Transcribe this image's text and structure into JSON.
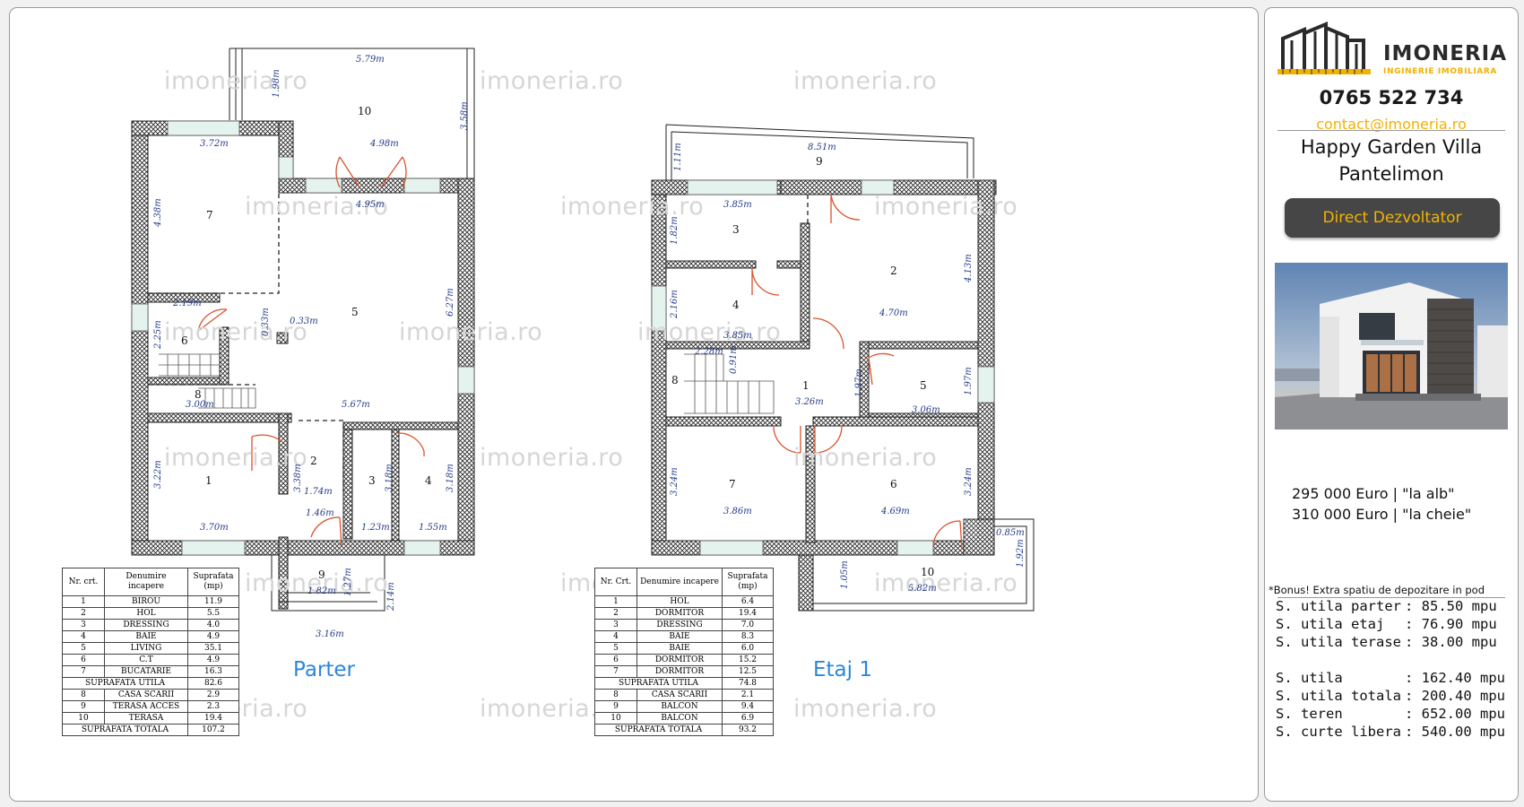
{
  "watermark": "imoneria.ro",
  "floors": {
    "parter": {
      "label": "Parter",
      "rooms": [
        "1",
        "2",
        "3",
        "4",
        "5",
        "6",
        "7",
        "8",
        "9",
        "10"
      ],
      "dims": [
        "5.79m",
        "1.98m",
        "3.58m",
        "3.72m",
        "4.98m",
        "4.38m",
        "4.95m",
        "2.19m",
        "2.25m",
        "0.33m",
        "0.33m",
        "6.27m",
        "3.00m",
        "5.67m",
        "3.22m",
        "3.38m",
        "1.74m",
        "3.18m",
        "3.18m",
        "1.46m",
        "3.70m",
        "1.23m",
        "1.55m",
        "1.27m",
        "2.14m",
        "1.82m",
        "3.16m"
      ],
      "table": {
        "headers": [
          "Nr. crt.",
          "Denumire incapere",
          "Suprafata (mp)"
        ],
        "rows": [
          [
            "1",
            "BIROU",
            "11.9"
          ],
          [
            "2",
            "HOL",
            "5.5"
          ],
          [
            "3",
            "DRESSING",
            "4.0"
          ],
          [
            "4",
            "BAIE",
            "4.9"
          ],
          [
            "5",
            "LIVING",
            "35.1"
          ],
          [
            "6",
            "C.T",
            "4.9"
          ],
          [
            "7",
            "BUCATARIE",
            "16.3"
          ]
        ],
        "util_label": "SUPRAFATA UTILA",
        "util_value": "82.6",
        "rows2": [
          [
            "8",
            "CASA SCARII",
            "2.9"
          ],
          [
            "9",
            "TERASA ACCES",
            "2.3"
          ],
          [
            "10",
            "TERASA",
            "19.4"
          ]
        ],
        "total_label": "SUPRAFATA TOTALA",
        "total_value": "107.2"
      }
    },
    "etaj": {
      "label": "Etaj 1",
      "rooms": [
        "9",
        "3",
        "2",
        "4",
        "1",
        "5",
        "8",
        "7",
        "6",
        "10"
      ],
      "dims": [
        "8.51m",
        "1.11m",
        "3.85m",
        "1.82m",
        "2.16m",
        "4.13m",
        "4.70m",
        "3.85m",
        "2.28m",
        "0.91m",
        "1.97m",
        "1.97m",
        "3.26m",
        "3.06m",
        "3.24m",
        "3.24m",
        "3.86m",
        "4.69m",
        "0.85m",
        "1.92m",
        "1.05m",
        "5.82m"
      ],
      "table": {
        "headers": [
          "Nr. Crt.",
          "Denumire incapere",
          "Suprafata (mp)"
        ],
        "rows": [
          [
            "1",
            "HOL",
            "6.4"
          ],
          [
            "2",
            "DORMITOR",
            "19.4"
          ],
          [
            "3",
            "DRESSING",
            "7.0"
          ],
          [
            "4",
            "BAIE",
            "8.3"
          ],
          [
            "5",
            "BAIE",
            "6.0"
          ],
          [
            "6",
            "DORMITOR",
            "15.2"
          ],
          [
            "7",
            "DORMITOR",
            "12.5"
          ]
        ],
        "util_label": "SUPRAFATA UTILA",
        "util_value": "74.8",
        "rows2": [
          [
            "8",
            "CASA SCARII",
            "2.1"
          ],
          [
            "9",
            "BALCON",
            "9.4"
          ],
          [
            "10",
            "BALCON",
            "6.9"
          ]
        ],
        "total_label": "SUPRAFATA TOTALA",
        "total_value": "93.2"
      }
    }
  },
  "sidebar": {
    "brand": "IMONERIA",
    "brand_sub": "INGINERIE IMOBILIARA",
    "phone": "0765 522 734",
    "email": "contact@imoneria.ro",
    "title_line1": "Happy Garden Villa",
    "title_line2": "Pantelimon",
    "cta": "Direct Dezvoltator",
    "price1": "295 000 Euro | \"la alb\"",
    "price2": "310 000 Euro | \"la cheie\"",
    "bonus": "*Bonus! Extra spatiu de depozitare in pod",
    "stats": [
      {
        "k": "S. utila parter",
        "v": ":  85.50 mpu"
      },
      {
        "k": "S. utila etaj",
        "v": ":  76.90 mpu"
      },
      {
        "k": "S. utila terase",
        "v": ":  38.00 mpu"
      },
      {
        "k": "S. utila",
        "v": ": 162.40 mpu"
      },
      {
        "k": "S. utila totala",
        "v": ": 200.40 mpu"
      },
      {
        "k": "S. teren",
        "v": ": 652.00 mpu"
      },
      {
        "k": "S. curte libera",
        "v": ": 540.00 mpu"
      }
    ],
    "accent": "#f2b100"
  }
}
